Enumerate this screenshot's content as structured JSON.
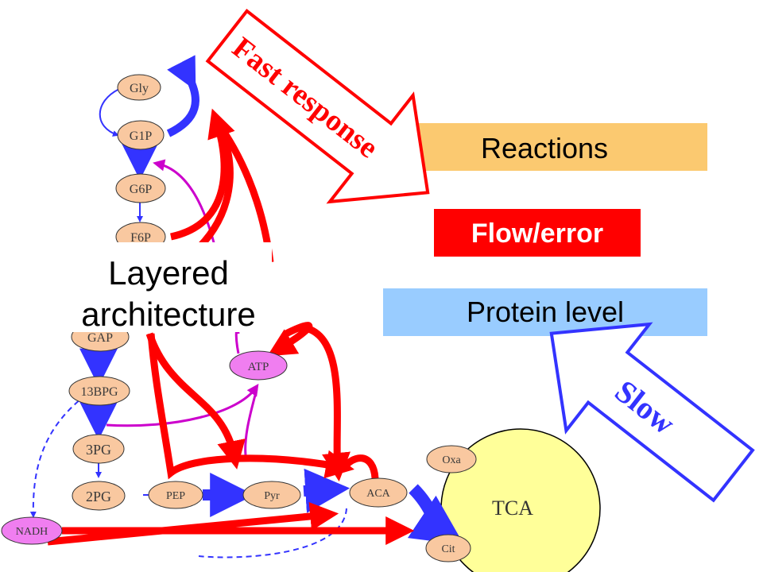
{
  "nodes": {
    "gly": "Gly",
    "g1p": "G1P",
    "g6p": "G6P",
    "f6p": "F6P",
    "gap": "GAP",
    "bpg13": "13BPG",
    "pg3": "3PG",
    "pg2": "2PG",
    "pep": "PEP",
    "pyr": "Pyr",
    "aca": "ACA",
    "atp": "ATP",
    "nadh": "NADH",
    "oxa": "Oxa",
    "cit": "Cit",
    "tca": "TCA"
  },
  "labels": {
    "fast_response": "Fast response",
    "slow": "Slow",
    "reactions": "Reactions",
    "flow_error": "Flow/error",
    "protein_level": "Protein level",
    "layered_line1": "Layered",
    "layered_line2": "architecture"
  },
  "colors": {
    "node_fill": "#f9c8a0",
    "atp_fill": "#f07ef0",
    "tca_fill": "#ffff99",
    "reactions_bar": "#fbc970",
    "flow_error_bar": "#ff0000",
    "protein_bar": "#99ccff",
    "flux_blue": "#3333ff",
    "feedback_red": "#ff0000",
    "atp_magenta": "#cc00cc"
  }
}
